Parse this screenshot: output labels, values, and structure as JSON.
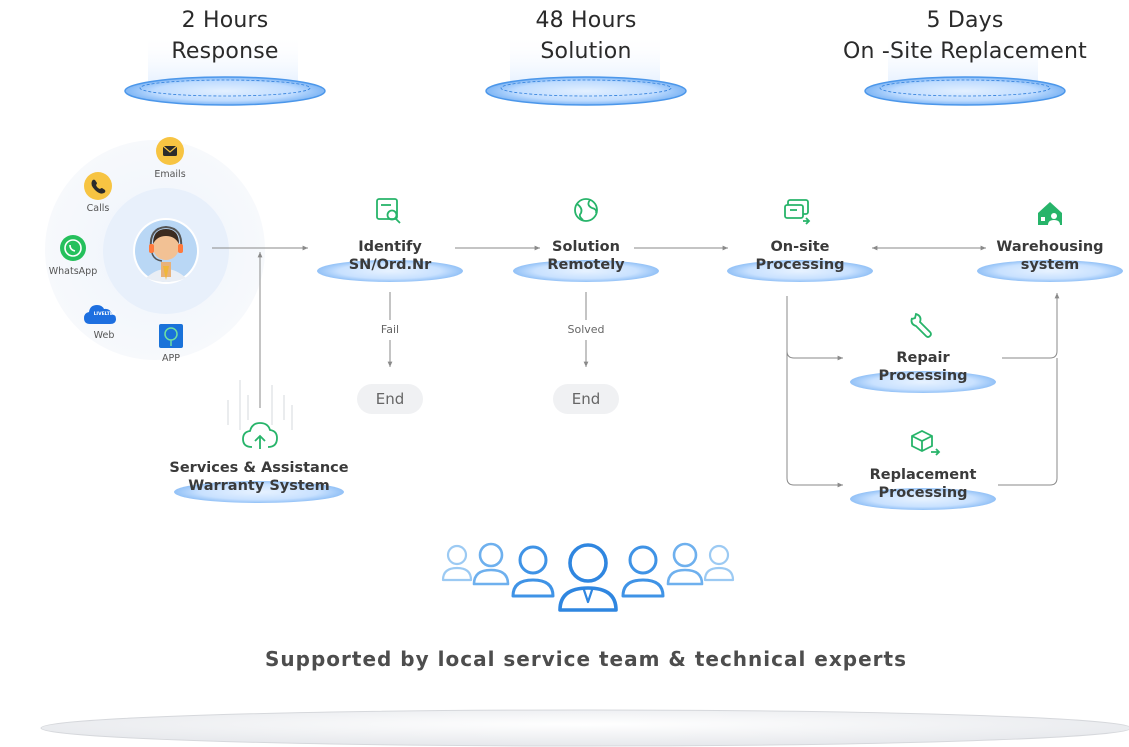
{
  "sla": [
    {
      "line1": "2 Hours",
      "line2": "Response"
    },
    {
      "line1": "48 Hours",
      "line2": "Solution"
    },
    {
      "line1": "5 Days",
      "line2": "On -Site Replacement"
    }
  ],
  "channels": {
    "emails": "Emails",
    "calls": "Calls",
    "whatsapp": "WhatsApp",
    "web": "Web",
    "web_badge": "LIVELTEK",
    "app": "APP"
  },
  "steps": {
    "identify": {
      "line1": "Identify",
      "line2": "SN/Ord.Nr"
    },
    "solution": {
      "line1": "Solution",
      "line2": "Remotely"
    },
    "onsite": {
      "line1": "On-site",
      "line2": "Processing"
    },
    "warehousing": {
      "line1": "Warehousing",
      "line2": "system"
    },
    "repair": {
      "line1": "Repair",
      "line2": "Processing"
    },
    "replacement": {
      "line1": "Replacement",
      "line2": "Processing"
    },
    "warranty": {
      "line1": "Services & Assistance",
      "line2": "Warranty System"
    }
  },
  "branches": {
    "fail": "Fail",
    "solved": "Solved",
    "end1": "End",
    "end2": "End"
  },
  "tagline": "Supported by local service team & technical experts",
  "colors": {
    "accent_green": "#27b46a",
    "accent_blue": "#3c8fe6",
    "team_blue": "#4aa0e8"
  }
}
